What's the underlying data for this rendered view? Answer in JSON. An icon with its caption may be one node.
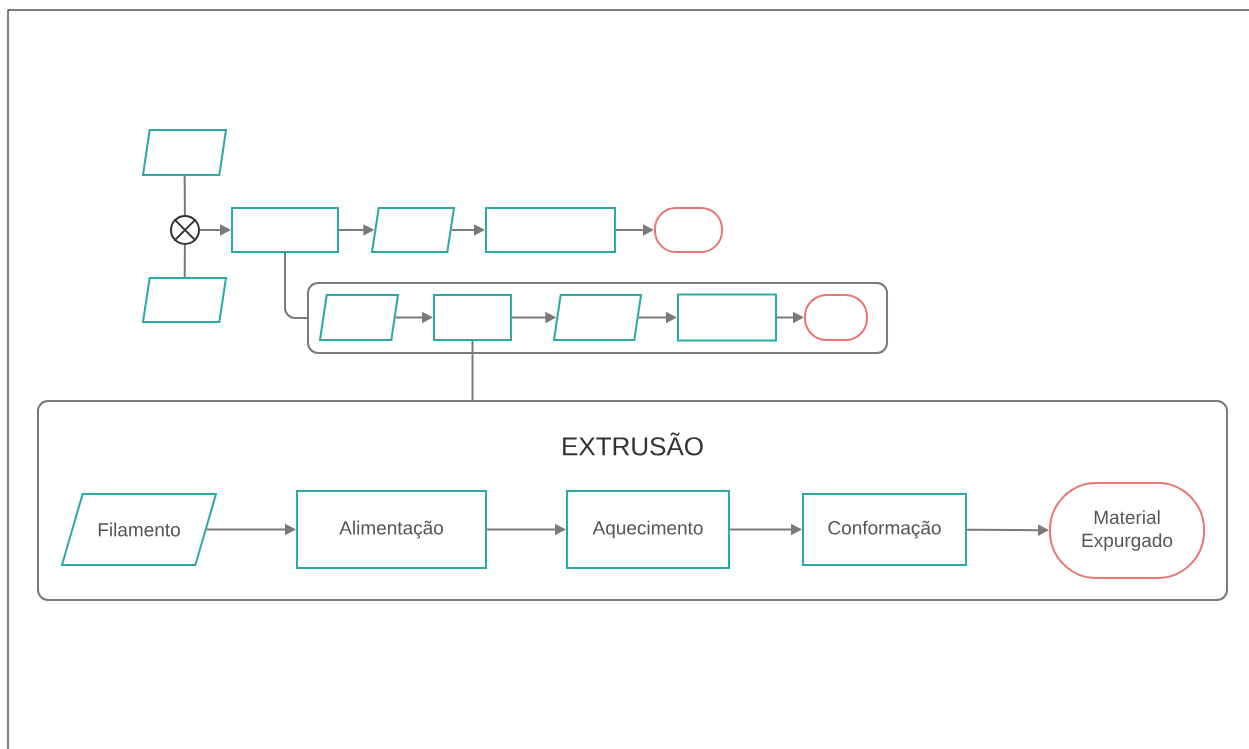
{
  "diagram": {
    "nodes": [
      {
        "text": [],
        "shape": "parallelogram"
      },
      {
        "text": [],
        "shape": "circle"
      },
      {
        "text": [],
        "shape": "box"
      },
      {
        "text": [],
        "shape": "parallelogram"
      },
      {
        "text": [],
        "shape": "box"
      },
      {
        "text": [],
        "shape": "oval"
      },
      {
        "text": [],
        "shape": "parallelogram"
      },
      {
        "text": [],
        "shape": "box"
      },
      {
        "text": [],
        "shape": "parallelogram",
        "in": 7
      },
      {
        "text": [],
        "shape": "box",
        "in": 7
      },
      {
        "text": [],
        "shape": "parallelogram",
        "in": 7
      },
      {
        "text": [],
        "shape": "box",
        "in": 7
      },
      {
        "text": [],
        "shape": "oval",
        "in": 7
      },
      {
        "text": [
          "EXTRUSÃO"
        ]
      },
      {
        "text": [
          "Filamento"
        ],
        "in": 13
      },
      {
        "text": [
          "Alimentação"
        ],
        "in": 13
      },
      {
        "text": [
          "Aquecimento"
        ],
        "in": 13
      },
      {
        "text": [
          "Conformação"
        ],
        "in": 13
      },
      {
        "text": [
          "Material Expurgado"
        ],
        "in": 13
      }
    ],
    "edges": [
      {
        "from": 0,
        "to": 1,
        "arrow": "none"
      },
      {
        "from": 6,
        "to": 1,
        "arrow": "none"
      },
      {
        "from": 1,
        "to": 2,
        "arrow": "to"
      },
      {
        "from": 2,
        "to": 3,
        "arrow": "to"
      },
      {
        "from": 3,
        "to": 4,
        "arrow": "to"
      },
      {
        "from": 4,
        "to": 5,
        "arrow": "to"
      },
      {
        "from": 2,
        "to": 7,
        "arrow": "none"
      },
      {
        "from": 8,
        "to": 9,
        "arrow": "to"
      },
      {
        "from": 9,
        "to": 10,
        "arrow": "to"
      },
      {
        "from": 10,
        "to": 11,
        "arrow": "to"
      },
      {
        "from": 11,
        "to": 12,
        "arrow": "to"
      },
      {
        "from": 9,
        "to": 13,
        "arrow": "none"
      },
      {
        "from": 14,
        "to": 15,
        "arrow": "to"
      },
      {
        "from": 15,
        "to": 16,
        "arrow": "to"
      },
      {
        "from": 16,
        "to": 17,
        "arrow": "to"
      },
      {
        "from": 17,
        "to": 18,
        "arrow": "to"
      }
    ]
  }
}
